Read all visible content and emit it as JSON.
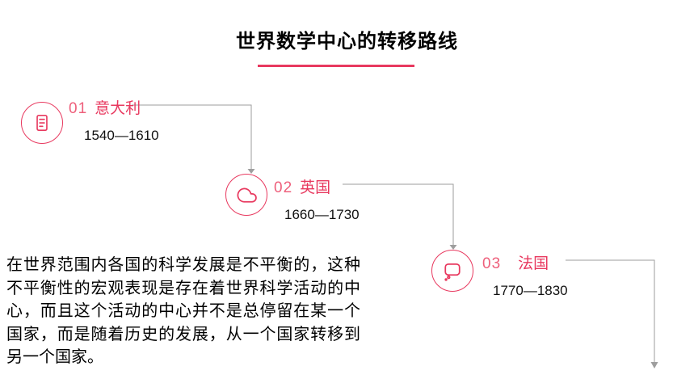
{
  "title": "世界数学中心的转移路线",
  "paragraph": "在世界范围内各国的科学发展是不平衡的，这种不平衡性的宏观表现是存在着世界科学活动的中心，而且这个活动的中心并不是总停留在某一个国家，而是随着历史的发展，从一个国家转移到另一个国家。",
  "nodes": [
    {
      "number": "01",
      "country": "意大利",
      "period": "1540—1610",
      "icon": "document-icon"
    },
    {
      "number": "02",
      "country": "英国",
      "period": "1660—1730",
      "icon": "cloud-icon"
    },
    {
      "number": "03",
      "country": "法国",
      "period": "1770—1830",
      "icon": "thought-bubble-icon"
    }
  ],
  "colors": {
    "accent": "#e8395f",
    "number": "#ee5f7b",
    "connector": "#9e9e9e",
    "text": "#000000",
    "background": "#ffffff"
  }
}
